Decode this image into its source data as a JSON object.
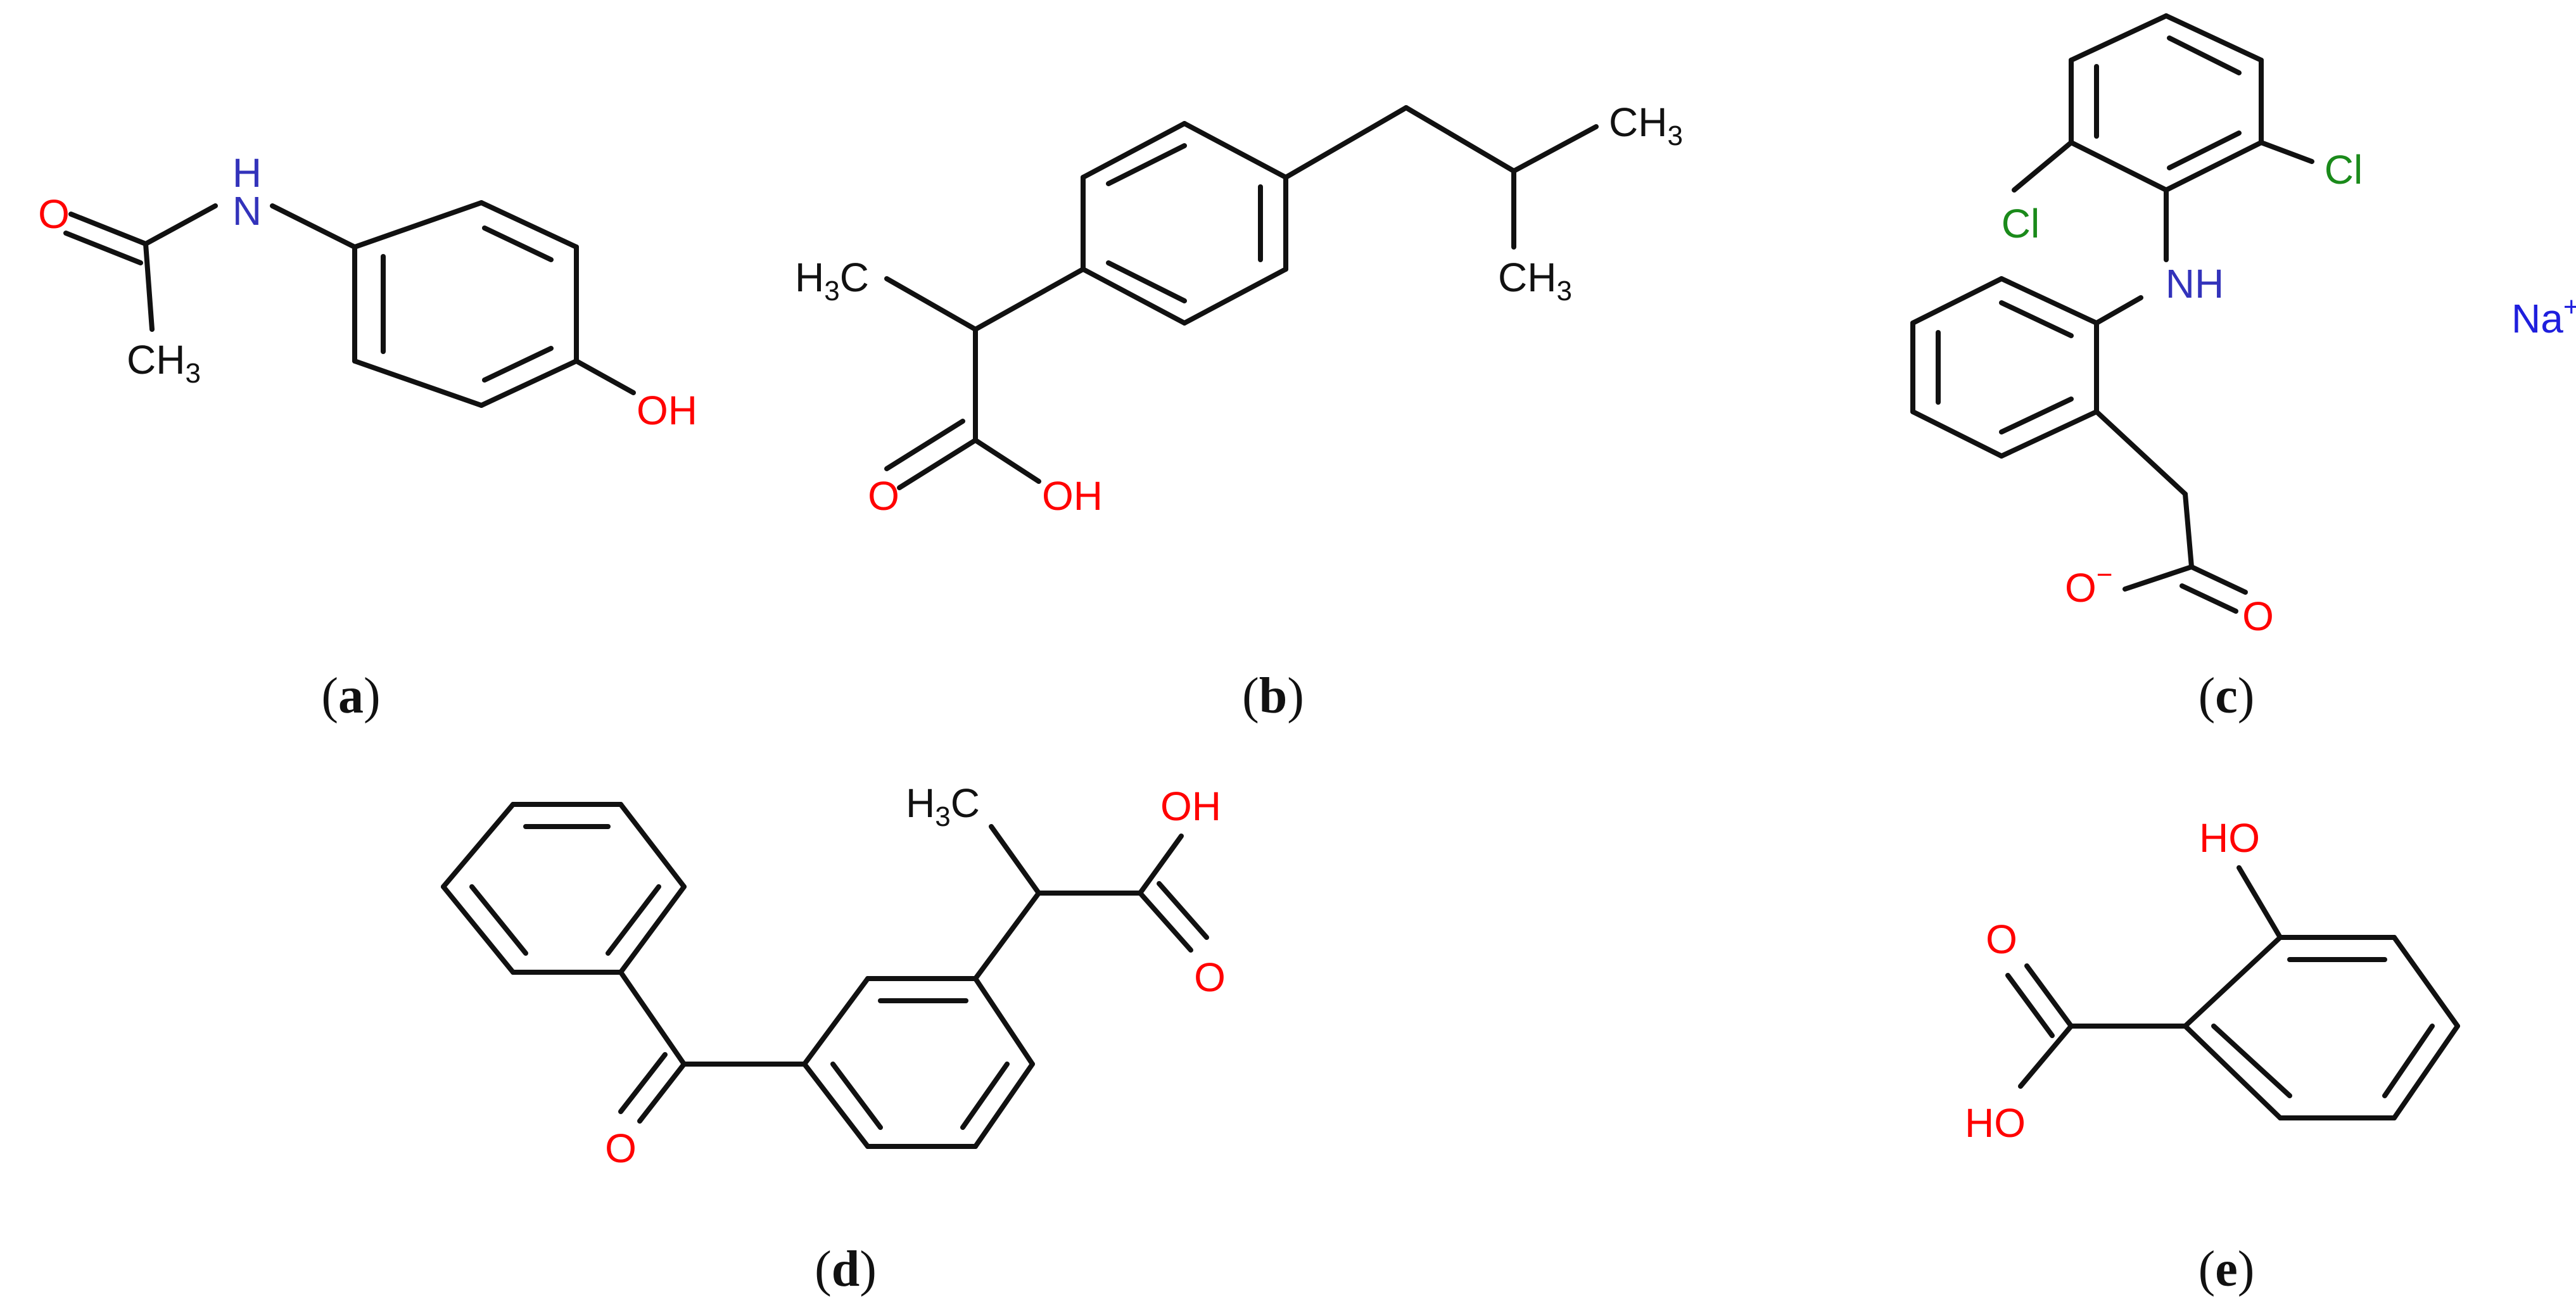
{
  "colors": {
    "bond": "#111111",
    "oxygen": "#ff0000",
    "nitrogen": "#3333bb",
    "chlorine": "#1a8a1a",
    "sodium": "#1f1fdd"
  },
  "panels": {
    "a": {
      "caption_letter": "a",
      "atoms": {
        "O": "O",
        "NH": "H",
        "N": "N",
        "CH": "CH",
        "CH_sub": "3",
        "OH": "OH"
      }
    },
    "b": {
      "caption_letter": "b",
      "atoms": {
        "CH3_top": "CH",
        "CH3_top_sub": "3",
        "CH3_bot": "CH",
        "CH3_bot_sub": "3",
        "H3C": "H",
        "H3C_sub": "3",
        "H3C_c": "C",
        "O": "O",
        "OH": "OH"
      }
    },
    "c": {
      "caption_letter": "c",
      "atoms": {
        "Cl_left": "Cl",
        "Cl_right": "Cl",
        "NH": "NH",
        "Na": "Na",
        "Na_charge": "+",
        "O_minus": "O",
        "O_minus_charge": "−",
        "O": "O"
      }
    },
    "d": {
      "caption_letter": "d",
      "atoms": {
        "H3C": "H",
        "H3C_sub": "3",
        "H3C_c": "C",
        "OH": "OH",
        "O_acid": "O",
        "O_ketone": "O"
      }
    },
    "e": {
      "caption_letter": "e",
      "atoms": {
        "HO_top": "HO",
        "O": "O",
        "HO_bot": "HO"
      }
    }
  }
}
